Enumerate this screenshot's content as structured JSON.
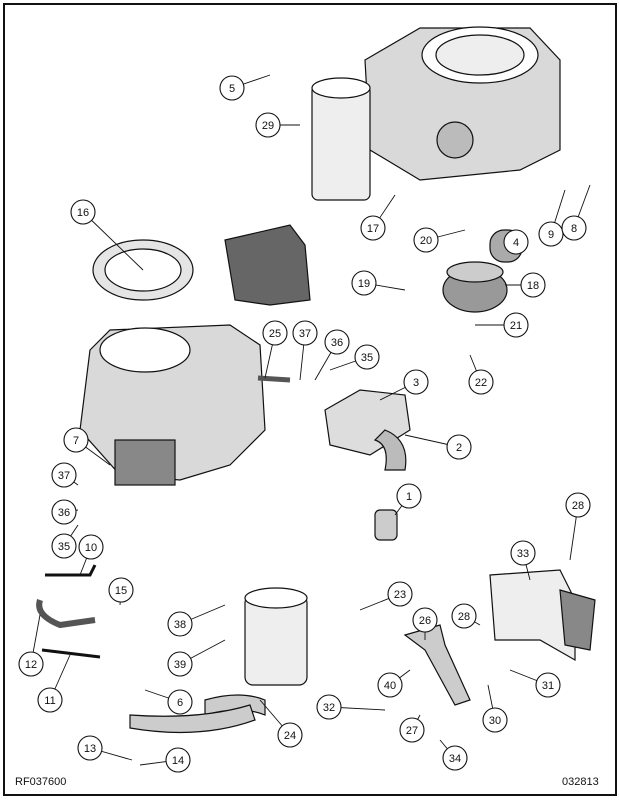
{
  "diagram": {
    "figure_code": "RF037600",
    "date_code": "032813",
    "callouts": [
      "5",
      "29",
      "16",
      "17",
      "20",
      "4",
      "9",
      "8",
      "19",
      "18",
      "25",
      "37",
      "36",
      "35",
      "21",
      "22",
      "3",
      "2",
      "7",
      "37",
      "36",
      "35",
      "1",
      "10",
      "15",
      "28",
      "33",
      "23",
      "38",
      "28",
      "26",
      "12",
      "39",
      "40",
      "31",
      "6",
      "11",
      "32",
      "27",
      "30",
      "24",
      "13",
      "14",
      "34"
    ],
    "colors": {
      "line": "#111111",
      "part_fill": "#d9d9d9",
      "part_dark": "#555555"
    }
  }
}
